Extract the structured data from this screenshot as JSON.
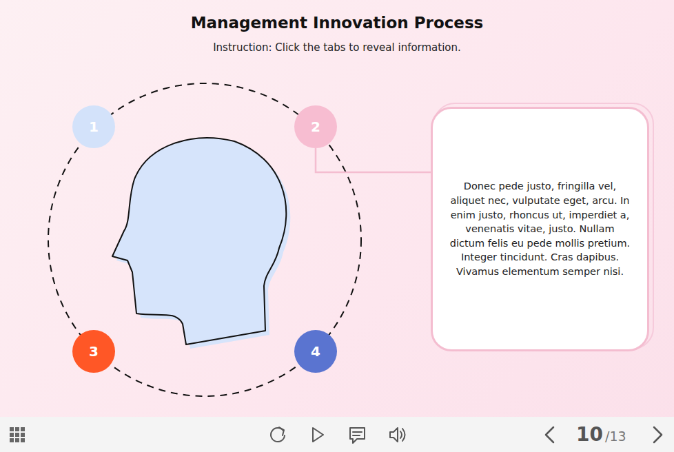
{
  "diagram": {
    "title": "Management Innovation Process",
    "nodes": [
      {
        "text": [
          "1"
        ]
      },
      {
        "text": [
          "2"
        ]
      },
      {
        "text": [
          "3"
        ]
      },
      {
        "text": [
          "4"
        ]
      },
      {
        "text": [
          "Donec pede justo, fringilla vel, aliquet nec, vulputate eget, arcu. In enim justo, rhoncus ut, imperdiet a, venenatis vitae, justo. Nullam dictum felis eu pede mollis pretium. Integer tincidunt. Cras dapibus. Vivamus elementum semper nisi."
        ]
      }
    ],
    "edges": [
      {
        "from": 1,
        "to": 4,
        "arrow": "none"
      }
    ],
    "labels": [
      "Instruction: Click the tabs to reveal information.",
      "10",
      "/13"
    ]
  }
}
